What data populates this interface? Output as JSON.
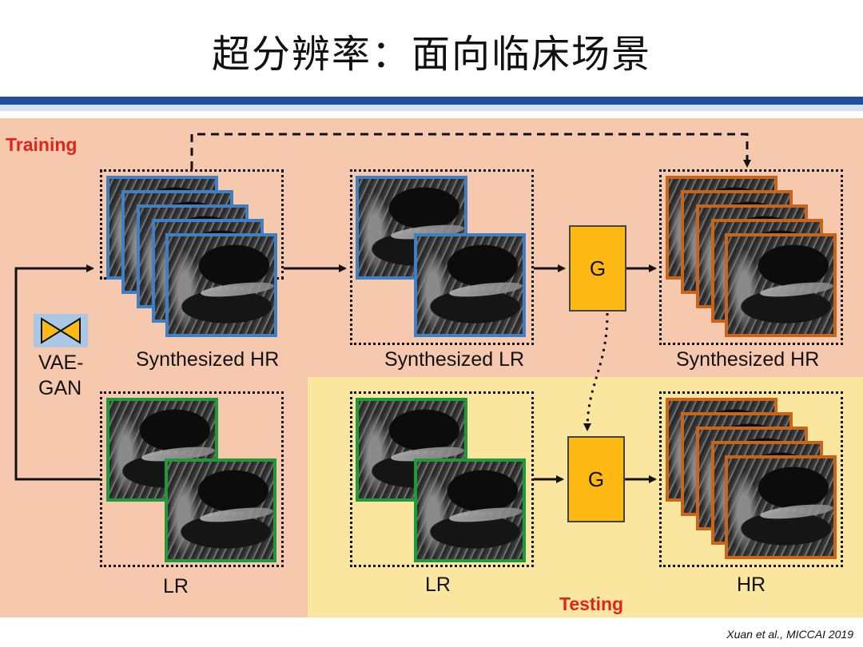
{
  "slide": {
    "title": "超分辨率：面向临床场景",
    "citation": "Xuan et al., MICCAI 2019"
  },
  "diagram": {
    "training_label": "Training",
    "testing_label": "Testing",
    "vae_label_line1": "VAE-",
    "vae_label_line2": "GAN",
    "captions": {
      "train_synth_hr_in": "Synthesized HR",
      "train_synth_lr": "Synthesized LR",
      "train_synth_hr_out": "Synthesized HR",
      "train_lr": "LR",
      "test_lr": "LR",
      "test_hr": "HR"
    },
    "generator_label_train": "G",
    "generator_label_test": "G"
  },
  "colors": {
    "training_bg": "#f6c8ae",
    "testing_bg": "#fbe6a0",
    "header_bar": "#1f4fa3",
    "generator": "#fdb813",
    "hr_frame": "#3f7fc4",
    "lr_frame": "#1f9a3a",
    "output_frame": "#c8651b",
    "phase_label": "#e2231a"
  }
}
